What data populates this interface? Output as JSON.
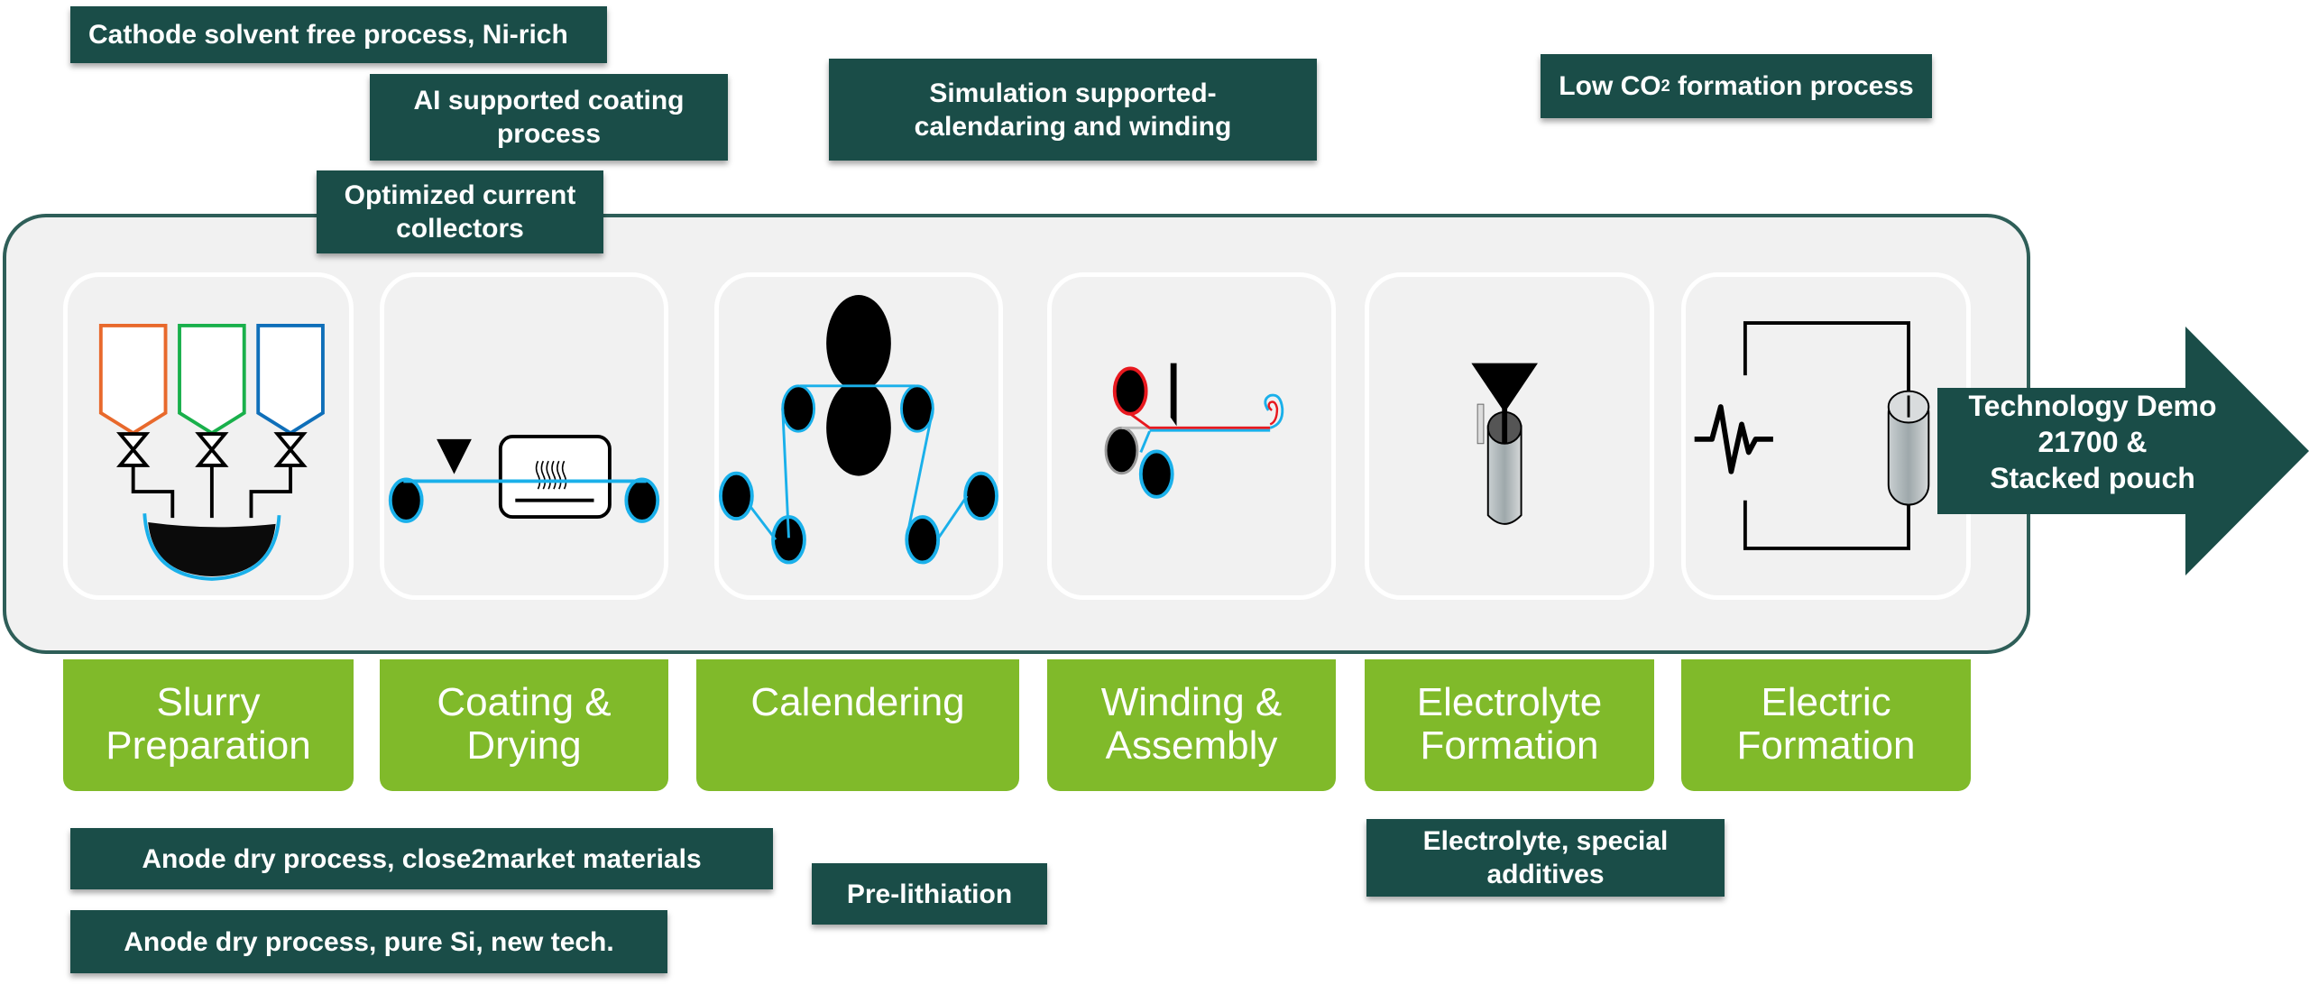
{
  "diagram": {
    "title": "Battery cell production process chain",
    "colors": {
      "note_bg": "#1a4d48",
      "stage_green": "#80ba2a",
      "container_bg": "#f1f1f1",
      "container_border": "#2e5e58",
      "web_blue": "#1ab0ea",
      "hopper_orange": "#e8692c",
      "hopper_green": "#19b04b",
      "hopper_blue": "#0f6fb9",
      "anode_red": "#e8191f"
    },
    "top_notes": [
      {
        "text": "Cathode solvent free process, Ni-rich"
      },
      {
        "text": "AI supported coating\nprocess"
      },
      {
        "text": "Optimized current\ncollectors"
      },
      {
        "text": "Simulation supported-\ncalendaring and winding"
      },
      {
        "text_pre": "Low CO",
        "text_sub": "2",
        "text_post": " formation process"
      }
    ],
    "stages": [
      {
        "label": "Slurry\nPreparation",
        "icon": "slurry-mixer-icon"
      },
      {
        "label": "Coating &\nDrying",
        "icon": "coating-dryer-icon"
      },
      {
        "label": "Calendering",
        "icon": "calender-rollers-icon"
      },
      {
        "label": "Winding &\nAssembly",
        "icon": "winding-icon"
      },
      {
        "label": "Electrolyte\nFormation",
        "icon": "electrolyte-filling-icon"
      },
      {
        "label": "Electric\nFormation",
        "icon": "electric-circuit-icon"
      }
    ],
    "arrow_label": "Technology Demo\n21700 &\nStacked pouch",
    "bottom_notes": [
      {
        "text": "Anode dry process, close2market materials"
      },
      {
        "text": "Anode dry process, pure Si, new tech."
      },
      {
        "text": "Pre-lithiation"
      },
      {
        "text": "Electrolyte, special\nadditives"
      }
    ]
  }
}
